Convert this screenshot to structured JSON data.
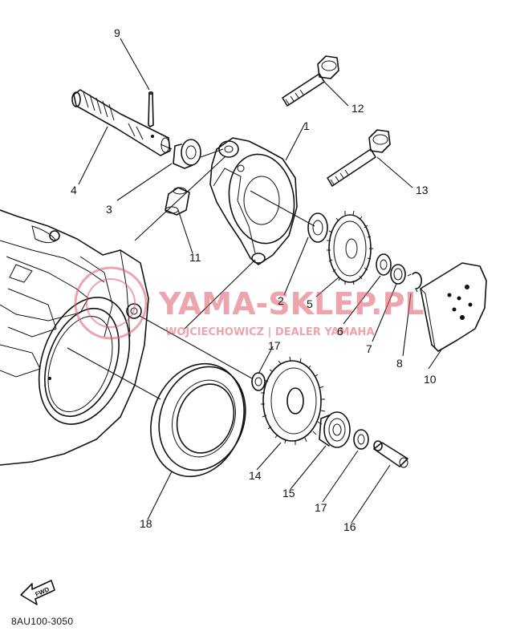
{
  "callouts": [
    {
      "id": "1",
      "text": "1"
    },
    {
      "id": "2",
      "text": "2"
    },
    {
      "id": "3",
      "text": "3"
    },
    {
      "id": "4",
      "text": "4"
    },
    {
      "id": "5",
      "text": "5"
    },
    {
      "id": "6",
      "text": "6"
    },
    {
      "id": "7",
      "text": "7"
    },
    {
      "id": "8",
      "text": "8"
    },
    {
      "id": "9",
      "text": "9"
    },
    {
      "id": "10",
      "text": "10"
    },
    {
      "id": "11",
      "text": "11"
    },
    {
      "id": "12",
      "text": "12"
    },
    {
      "id": "13",
      "text": "13"
    },
    {
      "id": "14",
      "text": "14"
    },
    {
      "id": "15",
      "text": "15"
    },
    {
      "id": "16",
      "text": "16"
    },
    {
      "id": "17a",
      "text": "17"
    },
    {
      "id": "17b",
      "text": "17"
    },
    {
      "id": "18",
      "text": "18"
    }
  ],
  "watermark": {
    "brand": "YAMA-SKLEP.PL",
    "tagline": "WOJCIECHOWICZ | DEALER YAMAHA",
    "color": "#e05a6a"
  },
  "fwd_label": "FWD",
  "diagram_code": "8AU100-3050"
}
